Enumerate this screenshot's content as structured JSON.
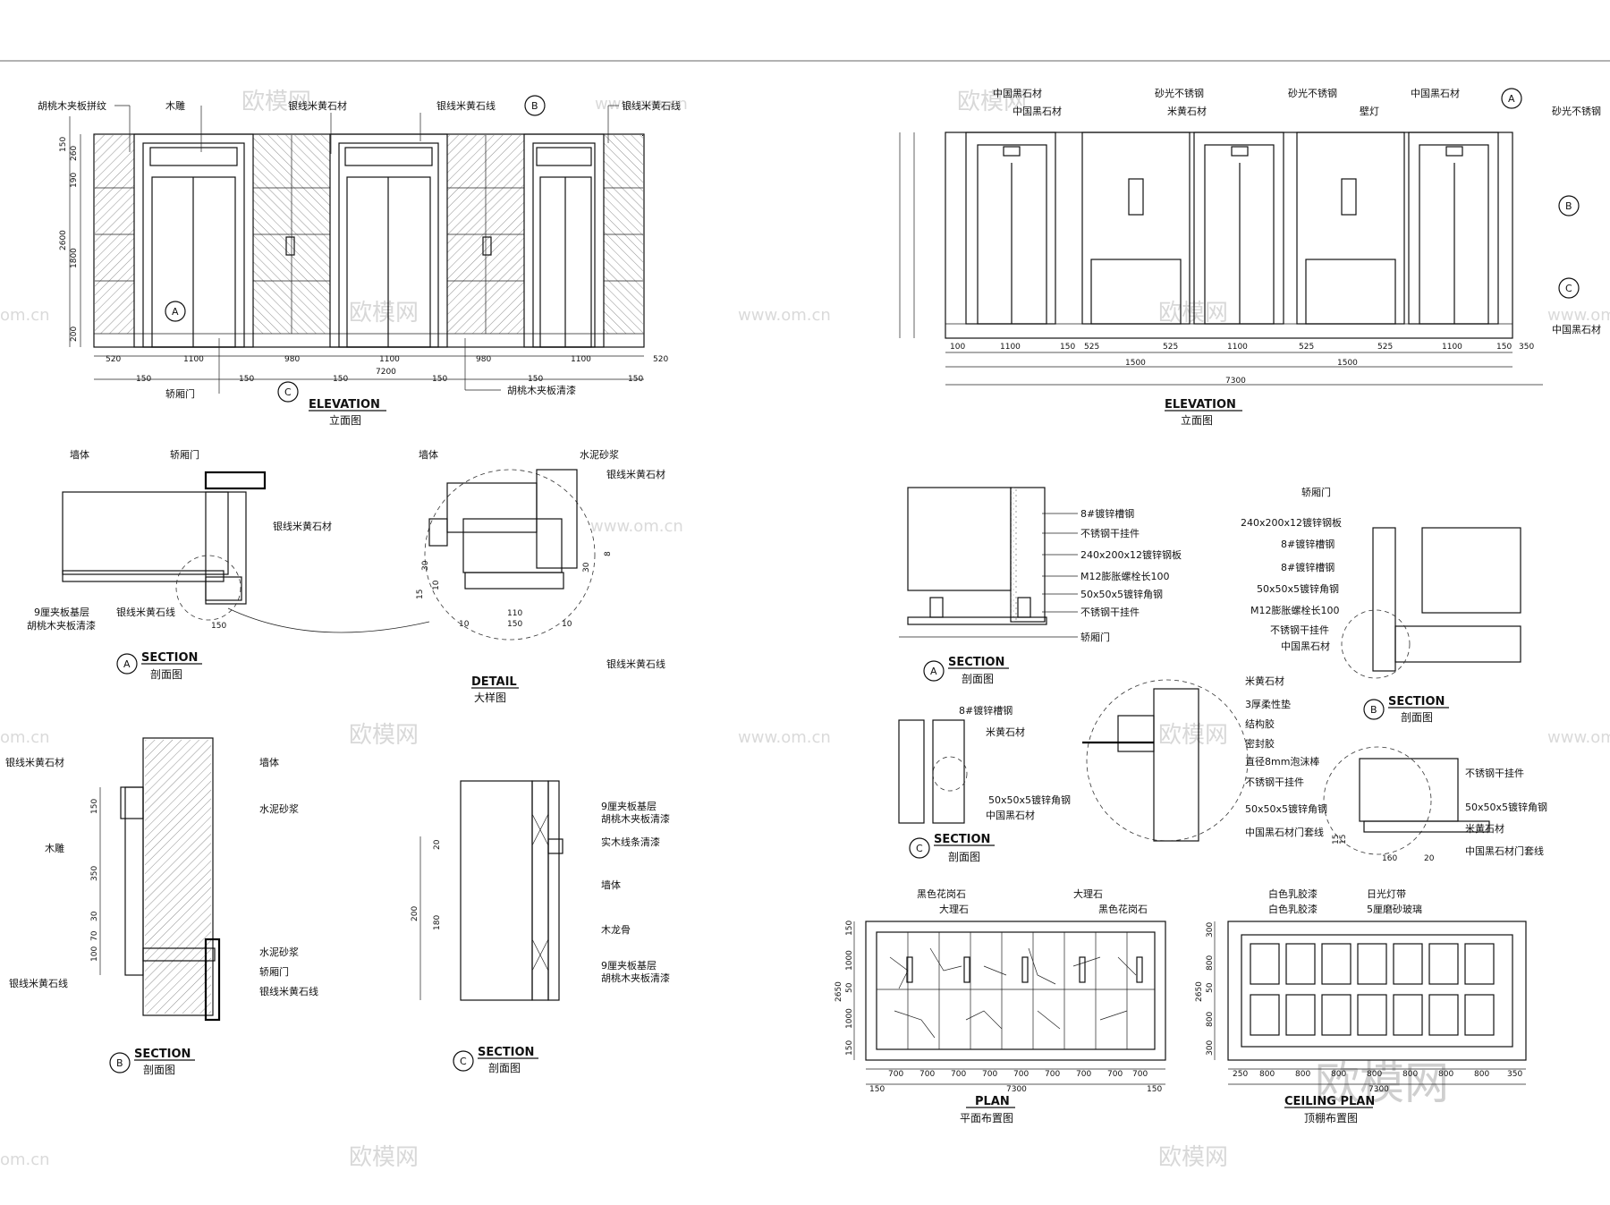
{
  "left_elevation": {
    "labels": {
      "walnut_panel_pattern": "胡桃木夹板拼纹",
      "wood_carving": "木雕",
      "silver_beige_stone": "银线米黄石材",
      "silver_beige_line": "银线米黄石线",
      "silver_beige_line_2": "银线米黄石线",
      "car_door": "轿厢门",
      "walnut_clear_paint": "胡桃木夹板清漆"
    },
    "dims_bottom_row1": [
      "520",
      "1100",
      "980",
      "1100",
      "980",
      "1100",
      "520"
    ],
    "dims_bottom_row2": [
      "150",
      "150",
      "150",
      "150",
      "150",
      "150"
    ],
    "dim_total": "7200",
    "dims_left": [
      "150",
      "260",
      "190",
      "1800",
      "200"
    ],
    "dim_left_total": "2600",
    "section_marks": [
      "A",
      "B",
      "C"
    ],
    "title_en": "ELEVATION",
    "title_cn": "立面图"
  },
  "right_elevation": {
    "labels": {
      "china_black_1": "中国黑石材",
      "china_black_2": "中国黑石材",
      "satin_steel_1": "砂光不锈钢",
      "beige_stone": "米黄石材",
      "satin_steel_2": "砂光不锈钢",
      "wall_lamp": "壁灯",
      "china_black_3": "中国黑石材",
      "satin_steel_3": "砂光不锈钢",
      "china_black_4": "中国黑石材"
    },
    "dims_bottom": [
      "100",
      "1100",
      "150",
      "525",
      "1500",
      "525",
      "1100",
      "525",
      "1500",
      "525",
      "1100",
      "150",
      "350"
    ],
    "dim_total": "7300",
    "title_en": "ELEVATION",
    "title_cn": "立面图",
    "section_marks": [
      "A",
      "B",
      "C"
    ]
  },
  "section_a_left": {
    "labels": {
      "wall": "墙体",
      "car_door": "轿厢门",
      "silver_beige_stone": "银线米黄石材",
      "ply_base": "9厘夹板基层",
      "walnut_paint": "胡桃木夹板清漆",
      "silver_beige_line": "银线米黄石线"
    },
    "dim": "150",
    "mark": "A",
    "title_en": "SECTION",
    "title_cn": "剖面图"
  },
  "detail": {
    "labels": {
      "wall": "墙体",
      "mortar": "水泥砂浆",
      "silver_beige_stone": "银线米黄石材",
      "silver_beige_line": "银线米黄石线"
    },
    "dims": [
      "30",
      "10",
      "15",
      "110",
      "150",
      "10",
      "10",
      "30",
      "8"
    ],
    "title_en": "DETAIL",
    "title_cn": "大样图"
  },
  "section_b_left": {
    "labels": {
      "silver_beige_stone": "银线米黄石材",
      "wall": "墙体",
      "mortar": "水泥砂浆",
      "wood_carving": "木雕",
      "mortar_2": "水泥砂浆",
      "car_door": "轿厢门",
      "silver_beige_line": "银线米黄石线",
      "silver_beige_line_2": "银线米黄石线"
    },
    "dims": [
      "150",
      "350",
      "30",
      "70",
      "100"
    ],
    "mark": "B",
    "title_en": "SECTION",
    "title_cn": "剖面图"
  },
  "section_c_left": {
    "labels": {
      "ply_base": "9厘夹板基层",
      "walnut_paint": "胡桃木夹板清漆",
      "solid_wood_strip": "实木线条清漆",
      "wall": "墙体",
      "wood_keel": "木龙骨",
      "ply_base_2": "9厘夹板基层",
      "walnut_paint_2": "胡桃木夹板清漆"
    },
    "dims": [
      "20",
      "200",
      "180"
    ],
    "mark": "C",
    "title_en": "SECTION",
    "title_cn": "剖面图"
  },
  "section_a_right": {
    "labels": {
      "channel_8": "8#镀锌槽钢",
      "hanger": "不锈钢干挂件",
      "plate": "240x200x12镀锌钢板",
      "bolt": "M12膨胀螺栓长100",
      "angle": "50x50x5镀锌角钢",
      "hanger_2": "不锈钢干挂件",
      "car_door": "轿厢门"
    },
    "mark": "A",
    "title_en": "SECTION",
    "title_cn": "剖面图"
  },
  "section_b_right": {
    "labels": {
      "car_door": "轿厢门",
      "plate": "240x200x12镀锌钢板",
      "channel_1": "8#镀锌槽钢",
      "channel_2": "8#镀锌槽钢",
      "angle": "50x50x5镀锌角钢",
      "bolt": "M12膨胀螺栓长100",
      "hanger": "不锈钢干挂件",
      "china_black": "中国黑石材",
      "hanger_2": "不锈钢干挂件",
      "angle_2": "50x50x5镀锌角钢",
      "beige": "米黄石材",
      "door_frame": "中国黑石材门套线"
    },
    "dims": [
      "15",
      "15",
      "160",
      "20"
    ],
    "mark": "B",
    "title_en": "SECTION",
    "title_cn": "剖面图"
  },
  "section_c_right": {
    "labels": {
      "channel": "8#镀锌槽钢",
      "beige": "米黄石材",
      "angle": "50x50x5镀锌角钢",
      "china_black": "中国黑石材"
    },
    "detail_labels": {
      "beige": "米黄石材",
      "pad": "3厚柔性垫",
      "glue": "结构胶",
      "sealant": "密封胶",
      "foam": "直径8mm泡沫棒",
      "hanger": "不锈钢干挂件",
      "angle": "50x50x5镀锌角钢",
      "frame": "中国黑石材门套线"
    },
    "mark": "C",
    "title_en": "SECTION",
    "title_cn": "剖面图"
  },
  "plan": {
    "labels": {
      "black_granite": "黑色花岗石",
      "marble": "大理石",
      "marble_2": "大理石",
      "black_granite_2": "黑色花岗石"
    },
    "dims_bottom": [
      "700",
      "700",
      "700",
      "700",
      "700",
      "700",
      "700",
      "700",
      "700"
    ],
    "dim_total": "7300",
    "dim_ends": [
      "150",
      "150"
    ],
    "dims_left": [
      "150",
      "1000",
      "50",
      "1000",
      "150"
    ],
    "dim_left_total": "2650",
    "title_en": "PLAN",
    "title_cn": "平面布置图"
  },
  "ceiling": {
    "labels": {
      "white_latex": "白色乳胶漆",
      "white_latex_2": "白色乳胶漆",
      "daylight_strip": "日光灯带",
      "frosted_glass": "5厘磨砂玻璃"
    },
    "dims_bottom": [
      "250",
      "800",
      "800",
      "800",
      "800",
      "800",
      "800",
      "800",
      "350"
    ],
    "dim_total": "7300",
    "dims_left": [
      "300",
      "800",
      "50",
      "800",
      "300"
    ],
    "dim_left_total": "2650",
    "title_en": "CEILING PLAN",
    "title_cn": "顶棚布置图"
  },
  "watermark": {
    "brand": "欧模网",
    "url": "www.om.cn",
    "tail": "om.cn",
    "big": "欧模网"
  }
}
